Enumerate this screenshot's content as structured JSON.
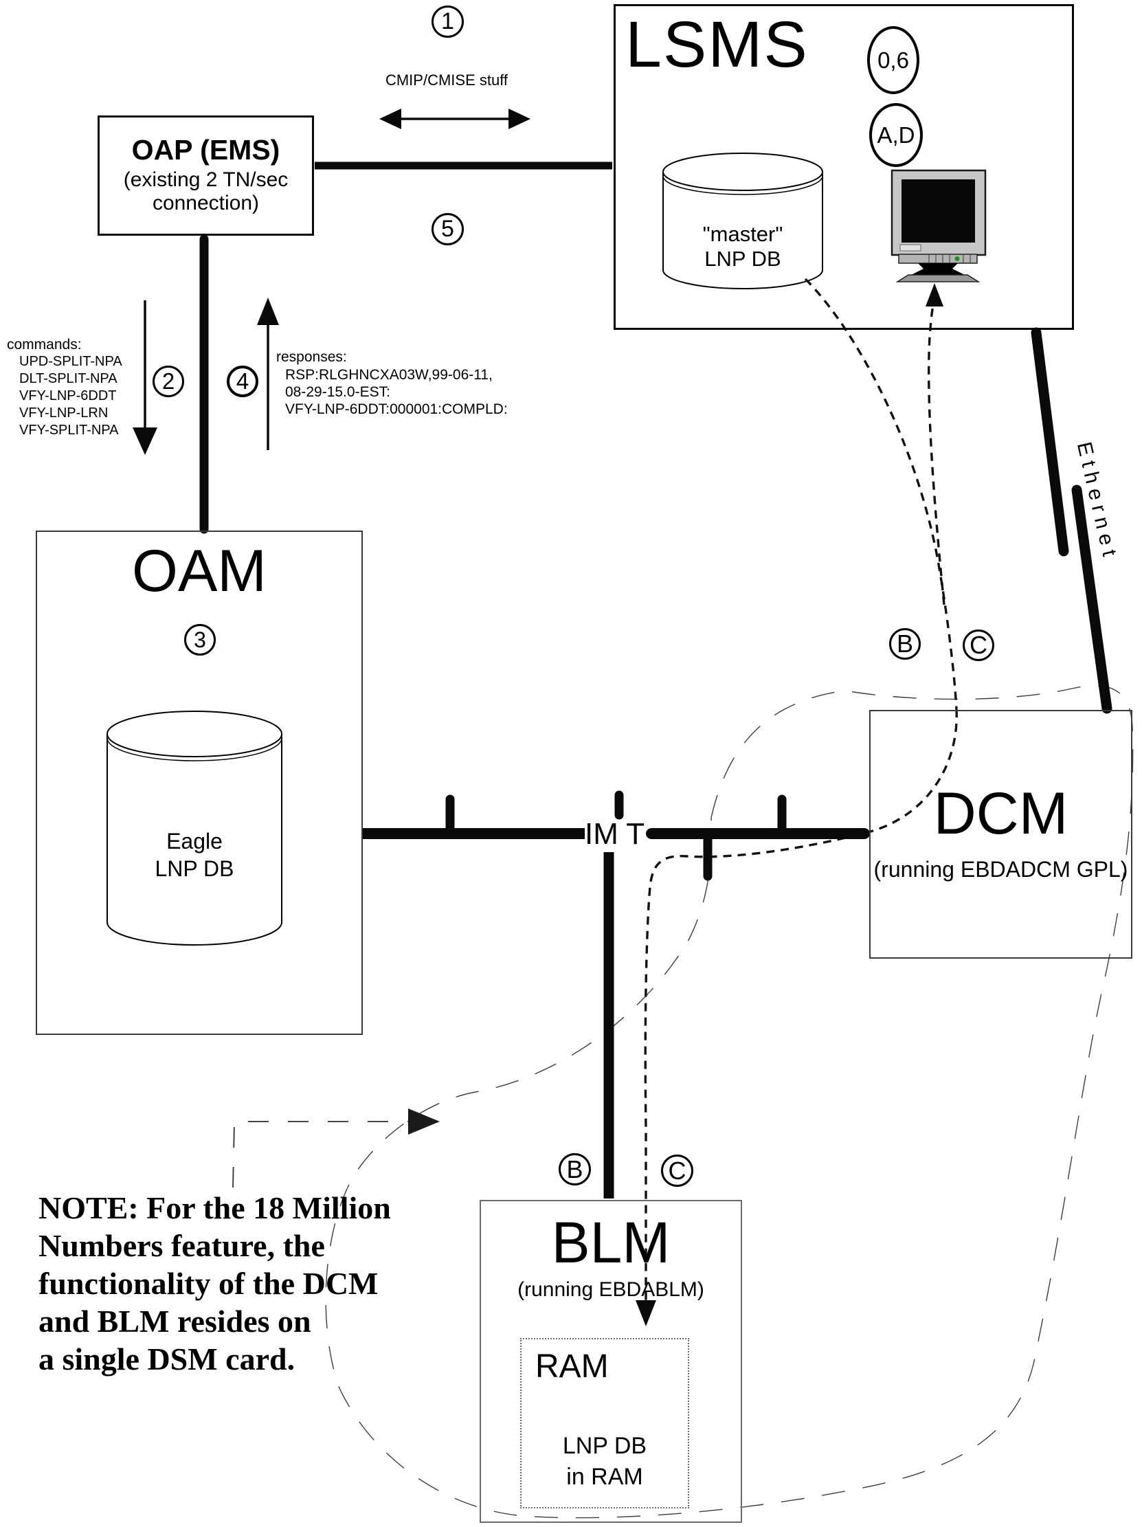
{
  "diagram": {
    "labels": {
      "cmip": "CMIP/CMISE stuff",
      "imt": "IM T",
      "ethernet": "Ethernet"
    },
    "markers": {
      "step1": "1",
      "step2": "2",
      "step3": "3",
      "step4": "4",
      "step5": "5",
      "ports_top": "0,6",
      "ports_bottom": "A,D",
      "path_b_dcm": "B",
      "path_c_dcm": "C",
      "path_b_blm": "B",
      "path_c_blm": "C"
    },
    "nodes": {
      "lsms": {
        "title": "LSMS"
      },
      "oap": {
        "title": "OAP (EMS)",
        "subtitle_line1": "(existing 2 TN/sec",
        "subtitle_line2": "connection)"
      },
      "oam": {
        "title": "OAM"
      },
      "dcm": {
        "title": "DCM",
        "subtitle": "(running EBDADCM GPL)"
      },
      "blm": {
        "title": "BLM",
        "subtitle": "(running EBDABLM)"
      },
      "ram": {
        "title": "RAM",
        "content_line1": "LNP DB",
        "content_line2": "in RAM"
      },
      "master_db": {
        "line1": "\"master\"",
        "line2": "LNP DB"
      },
      "eagle_db": {
        "line1": "Eagle",
        "line2": "LNP DB"
      }
    },
    "commands": {
      "title": "commands:",
      "items": [
        "UPD-SPLIT-NPA",
        "DLT-SPLIT-NPA",
        "VFY-LNP-6DDT",
        "VFY-LNP-LRN",
        "VFY-SPLIT-NPA"
      ]
    },
    "responses": {
      "title": "responses:",
      "items": [
        "RSP:RLGHNCXA03W,99-06-11,",
        "08-29-15.0-EST:",
        "VFY-LNP-6DDT:000001:COMPLD:"
      ]
    },
    "note": "NOTE: For the 18 Million\nNumbers feature, the\nfunctionality of the DCM\nand BLM resides on\na single DSM card.",
    "colors": {
      "ink": "#000000",
      "monitor_gray": "#c6c6c6",
      "led_green": "#1f8f1f"
    }
  }
}
